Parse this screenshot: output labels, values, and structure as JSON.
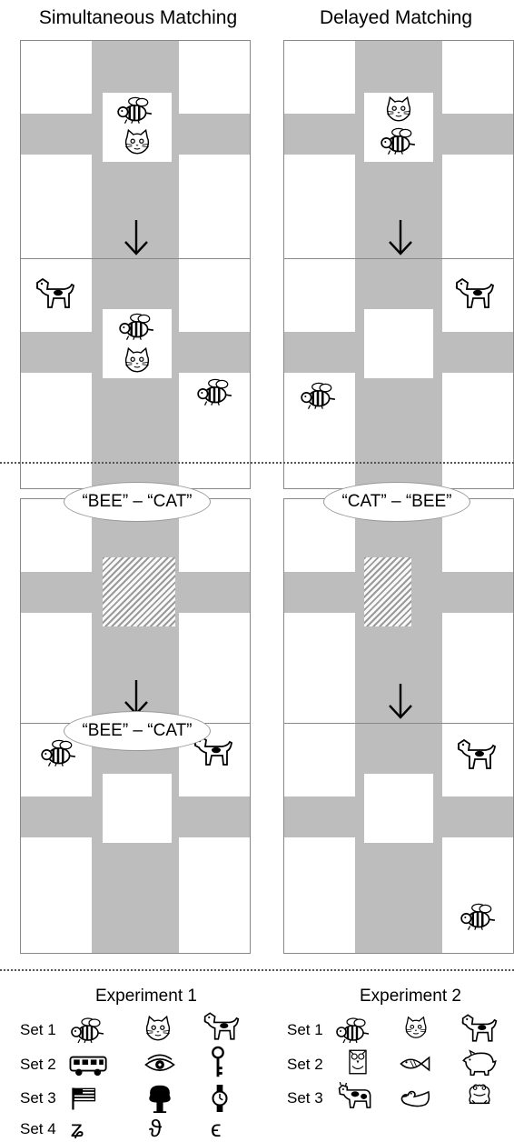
{
  "columns": {
    "left_title": "Simultaneous Matching",
    "right_title": "Delayed Matching"
  },
  "bubbles": {
    "bee_cat": "“BEE” – “CAT”",
    "cat_bee": "“CAT” – “BEE”"
  },
  "legend": {
    "exp1_title": "Experiment 1",
    "exp2_title": "Experiment 2",
    "exp1_sets": [
      {
        "label": "Set 1",
        "items": [
          "bee",
          "cat",
          "dog"
        ]
      },
      {
        "label": "Set 2",
        "items": [
          "bus",
          "eye",
          "key"
        ]
      },
      {
        "label": "Set 3",
        "items": [
          "flag",
          "tree",
          "watch"
        ]
      },
      {
        "label": "Set 4",
        "items": [
          "ʑ",
          "ϑ",
          "ϵ"
        ]
      }
    ],
    "exp2_sets": [
      {
        "label": "Set 1",
        "items": [
          "bee",
          "cat",
          "dog"
        ]
      },
      {
        "label": "Set 2",
        "items": [
          "owl",
          "fish",
          "pig"
        ]
      },
      {
        "label": "Set 3",
        "items": [
          "cow",
          "duck",
          "frog"
        ]
      }
    ]
  }
}
